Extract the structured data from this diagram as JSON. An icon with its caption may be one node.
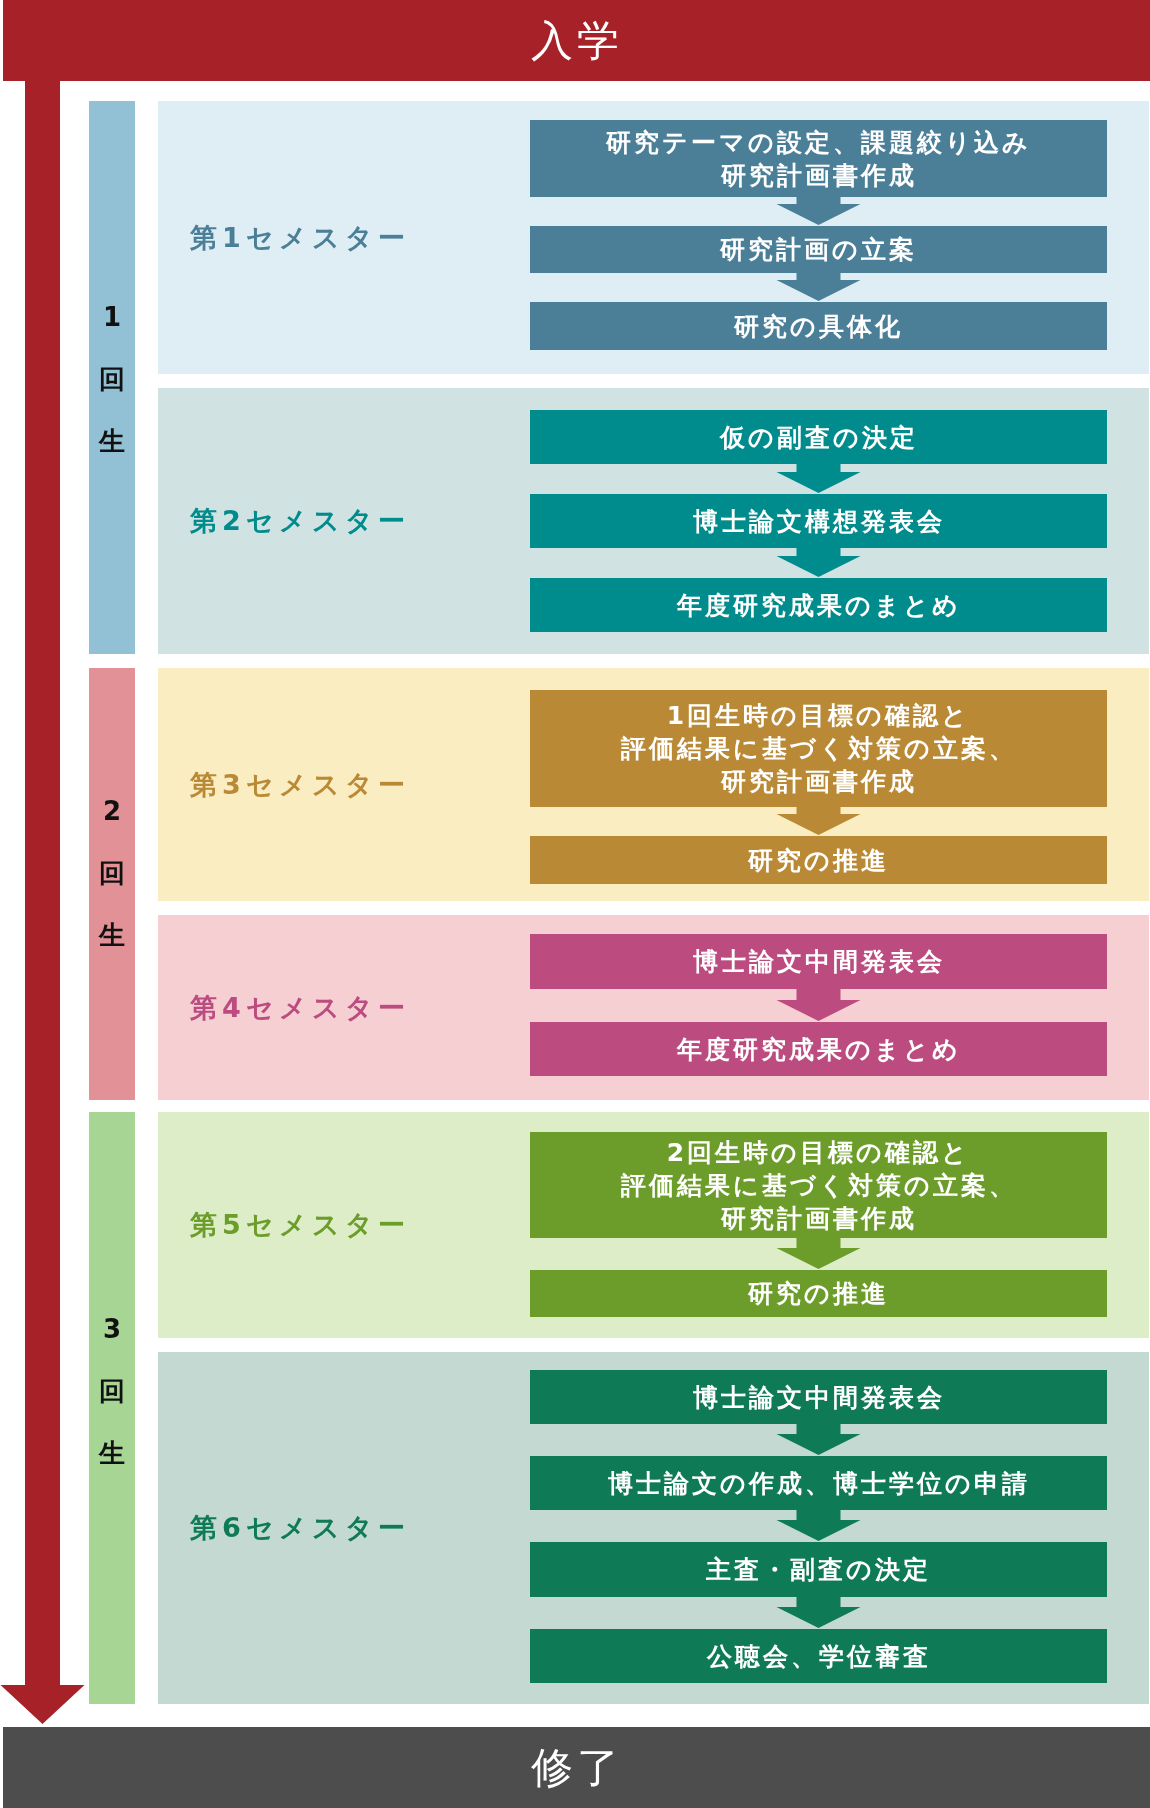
{
  "diagram": {
    "nodes": [
      {
        "text": [
          "入学"
        ]
      },
      {
        "text": [
          "1回生"
        ]
      },
      {
        "text": [
          "第1セメスター"
        ]
      },
      {
        "text": [
          "研究テーマの設定、課題絞り込み研究計画書作成"
        ],
        "in": 2
      },
      {
        "text": [
          "研究計画の立案"
        ],
        "in": 2
      },
      {
        "text": [
          "研究の具体化"
        ],
        "in": 2
      },
      {
        "text": [
          "第2セメスター"
        ]
      },
      {
        "text": [
          "仮の副査の決定"
        ],
        "in": 6
      },
      {
        "text": [
          "博士論文構想発表会"
        ],
        "in": 6
      },
      {
        "text": [
          "年度研究成果のまとめ"
        ],
        "in": 6
      },
      {
        "text": [
          "2回生"
        ]
      },
      {
        "text": [
          "第3セメスター"
        ]
      },
      {
        "text": [
          "1回生時の目標の確認と評価結果に基づく対策の立案、研究計画書作成"
        ],
        "in": 11
      },
      {
        "text": [
          "研究の推進"
        ],
        "in": 11
      },
      {
        "text": [
          "第4セメスター"
        ]
      },
      {
        "text": [
          "博士論文中間発表会"
        ],
        "in": 14
      },
      {
        "text": [
          "年度研究成果のまとめ"
        ],
        "in": 14
      },
      {
        "text": [
          "3回生"
        ]
      },
      {
        "text": [
          "第5セメスター"
        ]
      },
      {
        "text": [
          "2回生時の目標の確認と評価結果に基づく対策の立案、研究計画書作成"
        ],
        "in": 18
      },
      {
        "text": [
          "研究の推進"
        ],
        "in": 18
      },
      {
        "text": [
          "第6セメスター"
        ]
      },
      {
        "text": [
          "博士論文中間発表会"
        ],
        "in": 21
      },
      {
        "text": [
          "博士論文の作成、博士学位の申請"
        ],
        "in": 21
      },
      {
        "text": [
          "主査・副査の決定"
        ],
        "in": 21
      },
      {
        "text": [
          "公聴会、学位審査"
        ],
        "in": 21
      },
      {
        "text": [
          "修了"
        ]
      }
    ],
    "edges": [
      {
        "from": 0,
        "to": 26,
        "arrow": "to",
        "color": "#a62228"
      },
      {
        "from": 3,
        "to": 4,
        "arrow": "to",
        "color": "#4b7f98"
      },
      {
        "from": 4,
        "to": 5,
        "arrow": "to",
        "color": "#4b7f98"
      },
      {
        "from": 7,
        "to": 8,
        "arrow": "to",
        "color": "#008b8c"
      },
      {
        "from": 8,
        "to": 9,
        "arrow": "to",
        "color": "#008b8c"
      },
      {
        "from": 12,
        "to": 13,
        "arrow": "to",
        "color": "#b98936"
      },
      {
        "from": 15,
        "to": 16,
        "arrow": "to",
        "color": "#bc4c7f"
      },
      {
        "from": 19,
        "to": 20,
        "arrow": "to",
        "color": "#6c9d2a"
      },
      {
        "from": 22,
        "to": 23,
        "arrow": "to",
        "color": "#0f7b56"
      },
      {
        "from": 23,
        "to": 24,
        "arrow": "to",
        "color": "#0f7b56"
      },
      {
        "from": 24,
        "to": 25,
        "arrow": "to",
        "color": "#0f7b56"
      }
    ]
  }
}
